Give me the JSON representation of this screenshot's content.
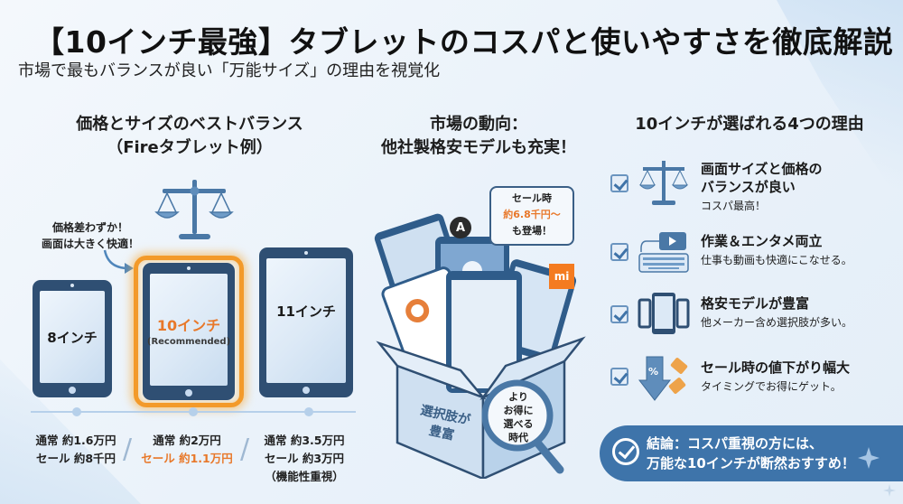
{
  "header": {
    "title": "【10インチ最強】タブレットのコスパと使いやすさを徹底解説",
    "subtitle": "市場で最もバランスが良い「万能サイズ」の理由を視覚化"
  },
  "section_size": {
    "title_line1": "価格とサイズのベストバランス",
    "title_line2": "（Fireタブレット例）",
    "note_line1": "価格差わずか！",
    "note_line2": "画面は大きく快適！",
    "tablets": [
      {
        "label": "8インチ",
        "sub": ""
      },
      {
        "label": "10インチ",
        "sub": "(Recommended)"
      },
      {
        "label": "11インチ",
        "sub": ""
      }
    ],
    "prices": [
      {
        "normal": "通常 約1.6万円",
        "sale": "セール 約8千円",
        "extra": ""
      },
      {
        "normal": "通常 約2万円",
        "sale": "セール 約1.1万円",
        "extra": ""
      },
      {
        "normal": "通常 約3.5万円",
        "sale": "セール 約3万円",
        "extra": "（機能性重視）"
      }
    ],
    "separator": "/"
  },
  "section_market": {
    "title_line1": "市場の動向：",
    "title_line2": "他社製格安モデルも充実！",
    "tag_line1": "セール時",
    "tag_line2": "約6.8千円〜",
    "tag_line3": "も登場！",
    "box_line1": "選択肢が",
    "box_line2": "豊富",
    "lens_line1": "より",
    "lens_line2": "お得に",
    "lens_line3": "選べる",
    "lens_line4": "時代",
    "logo_mi": "mi",
    "logo_a": "A"
  },
  "section_reasons": {
    "title": "10インチが選ばれる4つの理由",
    "items": [
      {
        "title_line1": "画面サイズと価格の",
        "title_line2": "バランスが良い",
        "desc": "コスパ最高！"
      },
      {
        "title_line1": "作業＆エンタメ両立",
        "title_line2": "",
        "desc": "仕事も動画も快適にこなせる。"
      },
      {
        "title_line1": "格安モデルが豊富",
        "title_line2": "",
        "desc": "他メーカー含め選択肢が多い。"
      },
      {
        "title_line1": "セール時の値下がり幅大",
        "title_line2": "",
        "desc": "タイミングでお得にゲット。"
      }
    ],
    "conclusion_line1": "結論：コスパ重視の方には、",
    "conclusion_line2": "万能な10インチが断然おすすめ！"
  },
  "colors": {
    "accent_orange": "#e8782a",
    "navy": "#2f4f73",
    "conclusion_blue": "#3e74aa",
    "background": "#eaf2fa"
  }
}
